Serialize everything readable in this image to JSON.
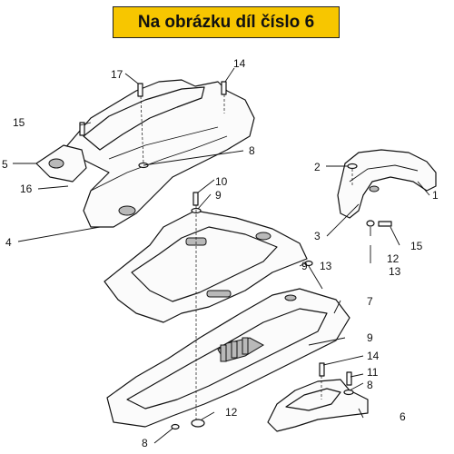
{
  "header": {
    "title": "Na obrázku díl číslo 6",
    "background_color": "#f7c600"
  },
  "callouts": {
    "c17": "17",
    "c14a": "14",
    "c15a": "15",
    "c5": "5",
    "c16": "16",
    "c8a": "8",
    "c4": "4",
    "c10": "10",
    "c9a": "9",
    "c2": "2",
    "c1": "1",
    "c3": "3",
    "c12a": "12",
    "c15b": "15",
    "c13a": "13",
    "c9b": "9",
    "c13b": "13",
    "c7": "7",
    "c9c": "9",
    "c14b": "14",
    "c11": "11",
    "c8b": "8",
    "c12b": "12",
    "c6": "6",
    "c8c": "8"
  }
}
